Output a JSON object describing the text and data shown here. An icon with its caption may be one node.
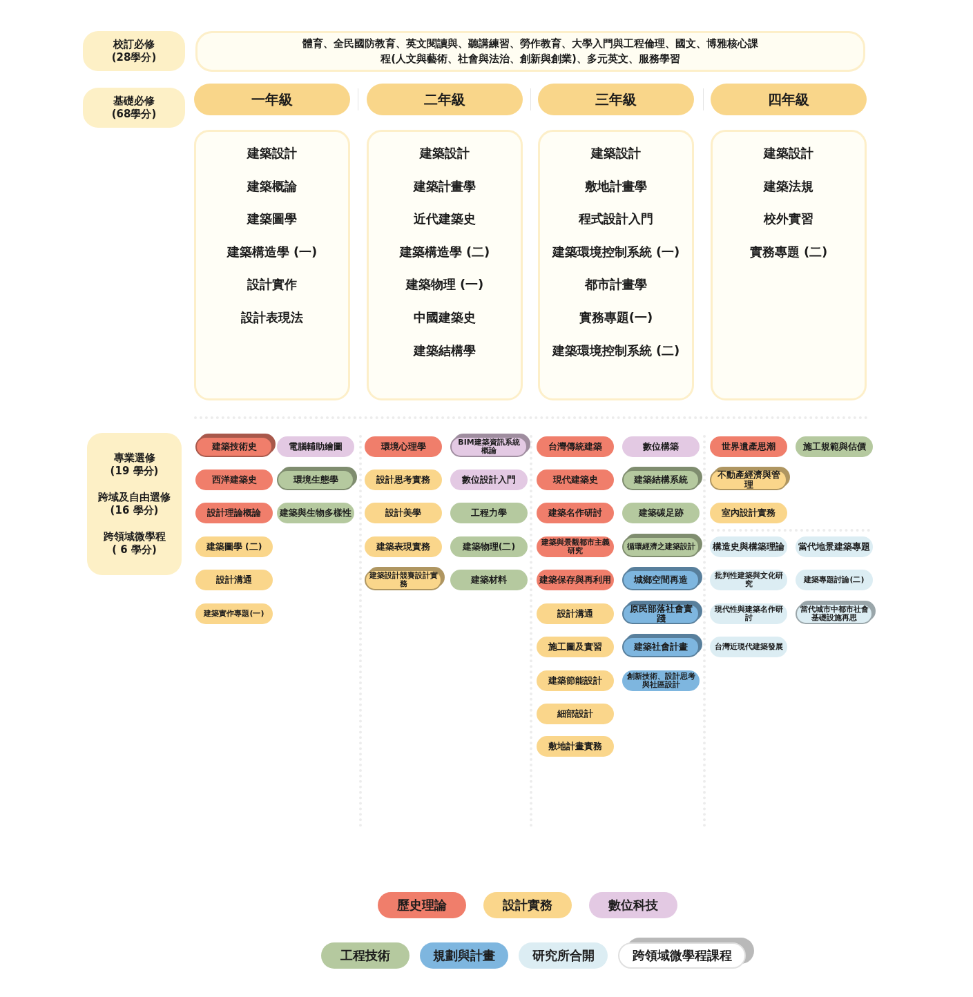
{
  "diagram": {
    "nodes": [
      {
        "text": [
          "校訂必修",
          "(28學分)"
        ]
      },
      {
        "text": [
          "體育、全民國防教育、英文閱讀與、聽講練習、勞作教育、大學入門與工程倫理、國文、博雅核心課程(人文與藝術、社會與法治、創新與創業)、多元英文、服務學習"
        ]
      },
      {
        "text": [
          "基礎必修",
          "(68學分)"
        ]
      },
      {
        "text": [
          "一年級"
        ]
      },
      {
        "text": [
          "二年級"
        ]
      },
      {
        "text": [
          "三年級"
        ]
      },
      {
        "text": [
          "四年級"
        ]
      },
      {
        "text": [
          "建築設計",
          "建築概論",
          "建築圖學",
          "建築構造學 (一)",
          "設計實作",
          "設計表現法"
        ]
      },
      {
        "text": [
          "建築設計",
          "建築計畫學",
          "近代建築史",
          "建築構造學 (二)",
          "建築物理 (一)",
          "中國建築史",
          "建築結構學"
        ]
      },
      {
        "text": [
          "建築設計",
          "敷地計畫學",
          "程式設計入門",
          "建築環境控制系統 (一)",
          "都市計畫學",
          "實務專題(一)",
          "建築環境控制系統 (二)"
        ]
      },
      {
        "text": [
          "建築設計",
          "建築法規",
          "校外實習",
          "實務專題 (二)"
        ]
      },
      {
        "text": [
          "專業選修",
          "(19 學分)",
          "跨域及自由選修",
          "(16 學分)",
          "跨領域微學程",
          "( 6 學分)"
        ]
      },
      {
        "text": [
          "建築技術史"
        ]
      },
      {
        "text": [
          "電腦輔助繪圖"
        ]
      },
      {
        "text": [
          "西洋建築史"
        ]
      },
      {
        "text": [
          "環境生態學"
        ]
      },
      {
        "text": [
          "設計理論概論"
        ]
      },
      {
        "text": [
          "建築與生物多樣性"
        ]
      },
      {
        "text": [
          "建築圖學 (二)"
        ]
      },
      {
        "text": [
          "設計溝通"
        ]
      },
      {
        "text": [
          "建築實作專題(一)"
        ]
      },
      {
        "text": [
          "環境心理學"
        ]
      },
      {
        "text": [
          "BIM建築資訊系統概論"
        ]
      },
      {
        "text": [
          "設計思考實務"
        ]
      },
      {
        "text": [
          "數位設計入門"
        ]
      },
      {
        "text": [
          "設計美學"
        ]
      },
      {
        "text": [
          "工程力學"
        ]
      },
      {
        "text": [
          "建築表現實務"
        ]
      },
      {
        "text": [
          "建築物理(二)"
        ]
      },
      {
        "text": [
          "建築設計競賽設計實務"
        ]
      },
      {
        "text": [
          "建築材料"
        ]
      },
      {
        "text": [
          "台灣傳統建築"
        ]
      },
      {
        "text": [
          "數位構築"
        ]
      },
      {
        "text": [
          "現代建築史"
        ]
      },
      {
        "text": [
          "建築結構系統"
        ]
      },
      {
        "text": [
          "建築名作研討"
        ]
      },
      {
        "text": [
          "建築碳足跡"
        ]
      },
      {
        "text": [
          "建築與景觀都市主義研究"
        ]
      },
      {
        "text": [
          "循環經濟之建築設計"
        ]
      },
      {
        "text": [
          "建築保存與再利用"
        ]
      },
      {
        "text": [
          "城鄉空間再造"
        ]
      },
      {
        "text": [
          "設計溝通"
        ]
      },
      {
        "text": [
          "原民部落社會實踐"
        ]
      },
      {
        "text": [
          "施工圖及實習"
        ]
      },
      {
        "text": [
          "建築社會計畫"
        ]
      },
      {
        "text": [
          "建築節能設計"
        ]
      },
      {
        "text": [
          "創新技術、設計思考與社區設計"
        ]
      },
      {
        "text": [
          "細部設計"
        ]
      },
      {
        "text": [
          "敷地計畫實務"
        ]
      },
      {
        "text": [
          "世界遺產思潮"
        ]
      },
      {
        "text": [
          "施工規範與估價"
        ]
      },
      {
        "text": [
          "不動產經濟與管理"
        ]
      },
      {
        "text": [
          "室內設計實務"
        ]
      },
      {
        "text": [
          "構造史與構築理論"
        ]
      },
      {
        "text": [
          "當代地景建築專題"
        ]
      },
      {
        "text": [
          "批判性建築與文化研究"
        ]
      },
      {
        "text": [
          "建築專題討論(二)"
        ]
      },
      {
        "text": [
          "現代性與建築名作研討"
        ]
      },
      {
        "text": [
          "當代城市中都市社會基礎設施再思"
        ]
      },
      {
        "text": [
          "台灣近現代建築發展"
        ]
      }
    ],
    "legend": [
      {
        "text": "歷史理論",
        "color": "#f07e6b"
      },
      {
        "text": "設計實務",
        "color": "#fad68b"
      },
      {
        "text": "數位科技",
        "color": "#e3c9e3"
      },
      {
        "text": "工程技術",
        "color": "#b5c99f"
      },
      {
        "text": "規劃與計畫",
        "color": "#7eb6df"
      },
      {
        "text": "研究所合開",
        "color": "#dcedf3"
      },
      {
        "text": "跨領域微學程課程"
      }
    ]
  }
}
